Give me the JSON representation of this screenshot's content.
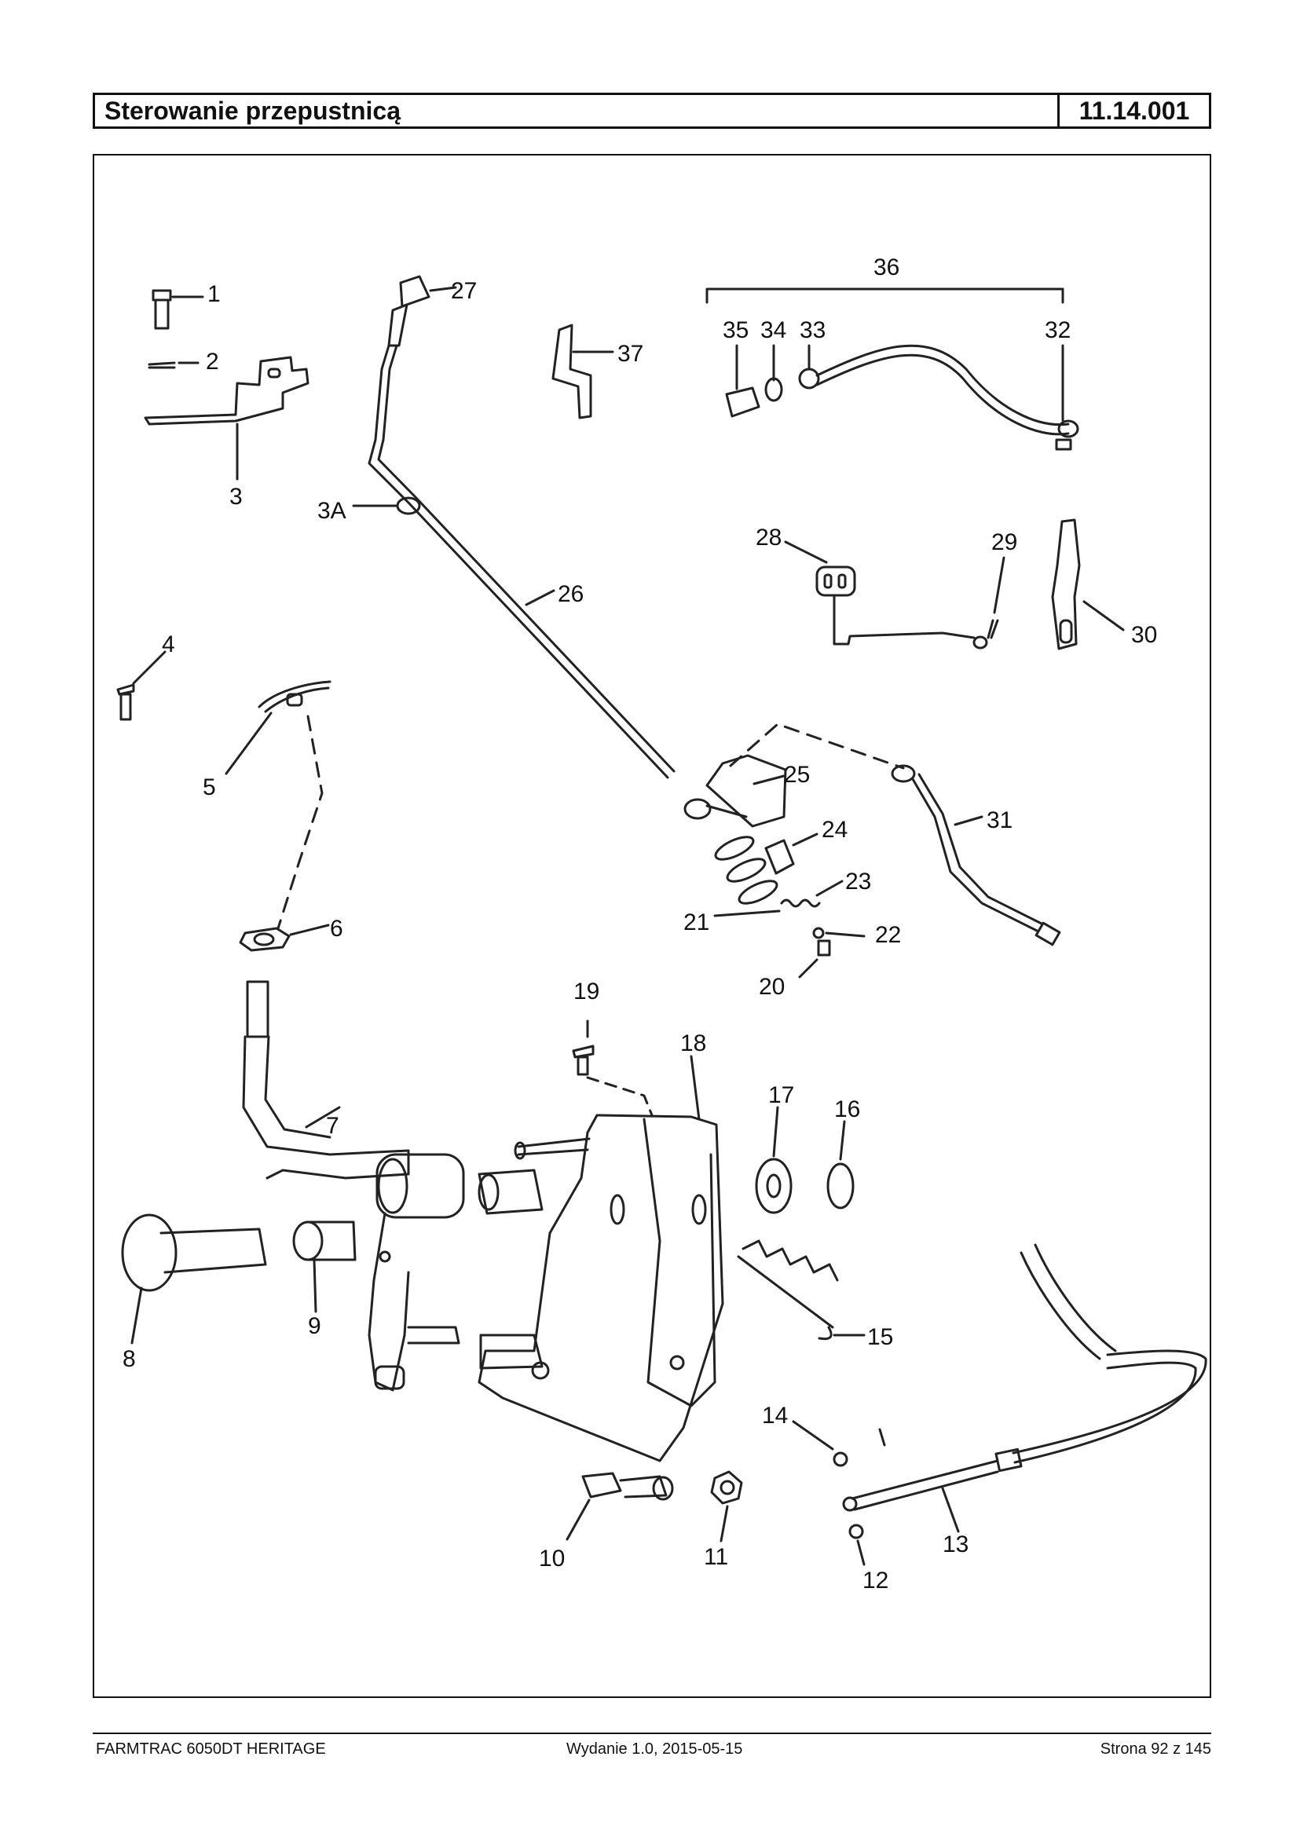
{
  "header": {
    "title": "Sterowanie przepustnicą",
    "code": "11.14.001"
  },
  "labels": {
    "l1": "1",
    "l2": "2",
    "l3": "3",
    "l3a": "3A",
    "l4": "4",
    "l5": "5",
    "l6": "6",
    "l7": "7",
    "l8": "8",
    "l9": "9",
    "l10": "10",
    "l11": "11",
    "l12": "12",
    "l13": "13",
    "l14": "14",
    "l15": "15",
    "l16": "16",
    "l17": "17",
    "l18": "18",
    "l19": "19",
    "l20": "20",
    "l21": "21",
    "l22": "22",
    "l23": "23",
    "l24": "24",
    "l25": "25",
    "l26": "26",
    "l27": "27",
    "l28": "28",
    "l29": "29",
    "l30": "30",
    "l31": "31",
    "l32": "32",
    "l33": "33",
    "l34": "34",
    "l35": "35",
    "l36": "36",
    "l37": "37"
  },
  "footer": {
    "model": "FARMTRAC 6050DT HERITAGE",
    "edition": "Wydanie 1.0,  2015-05-15",
    "page": "Strona 92 z 145"
  }
}
